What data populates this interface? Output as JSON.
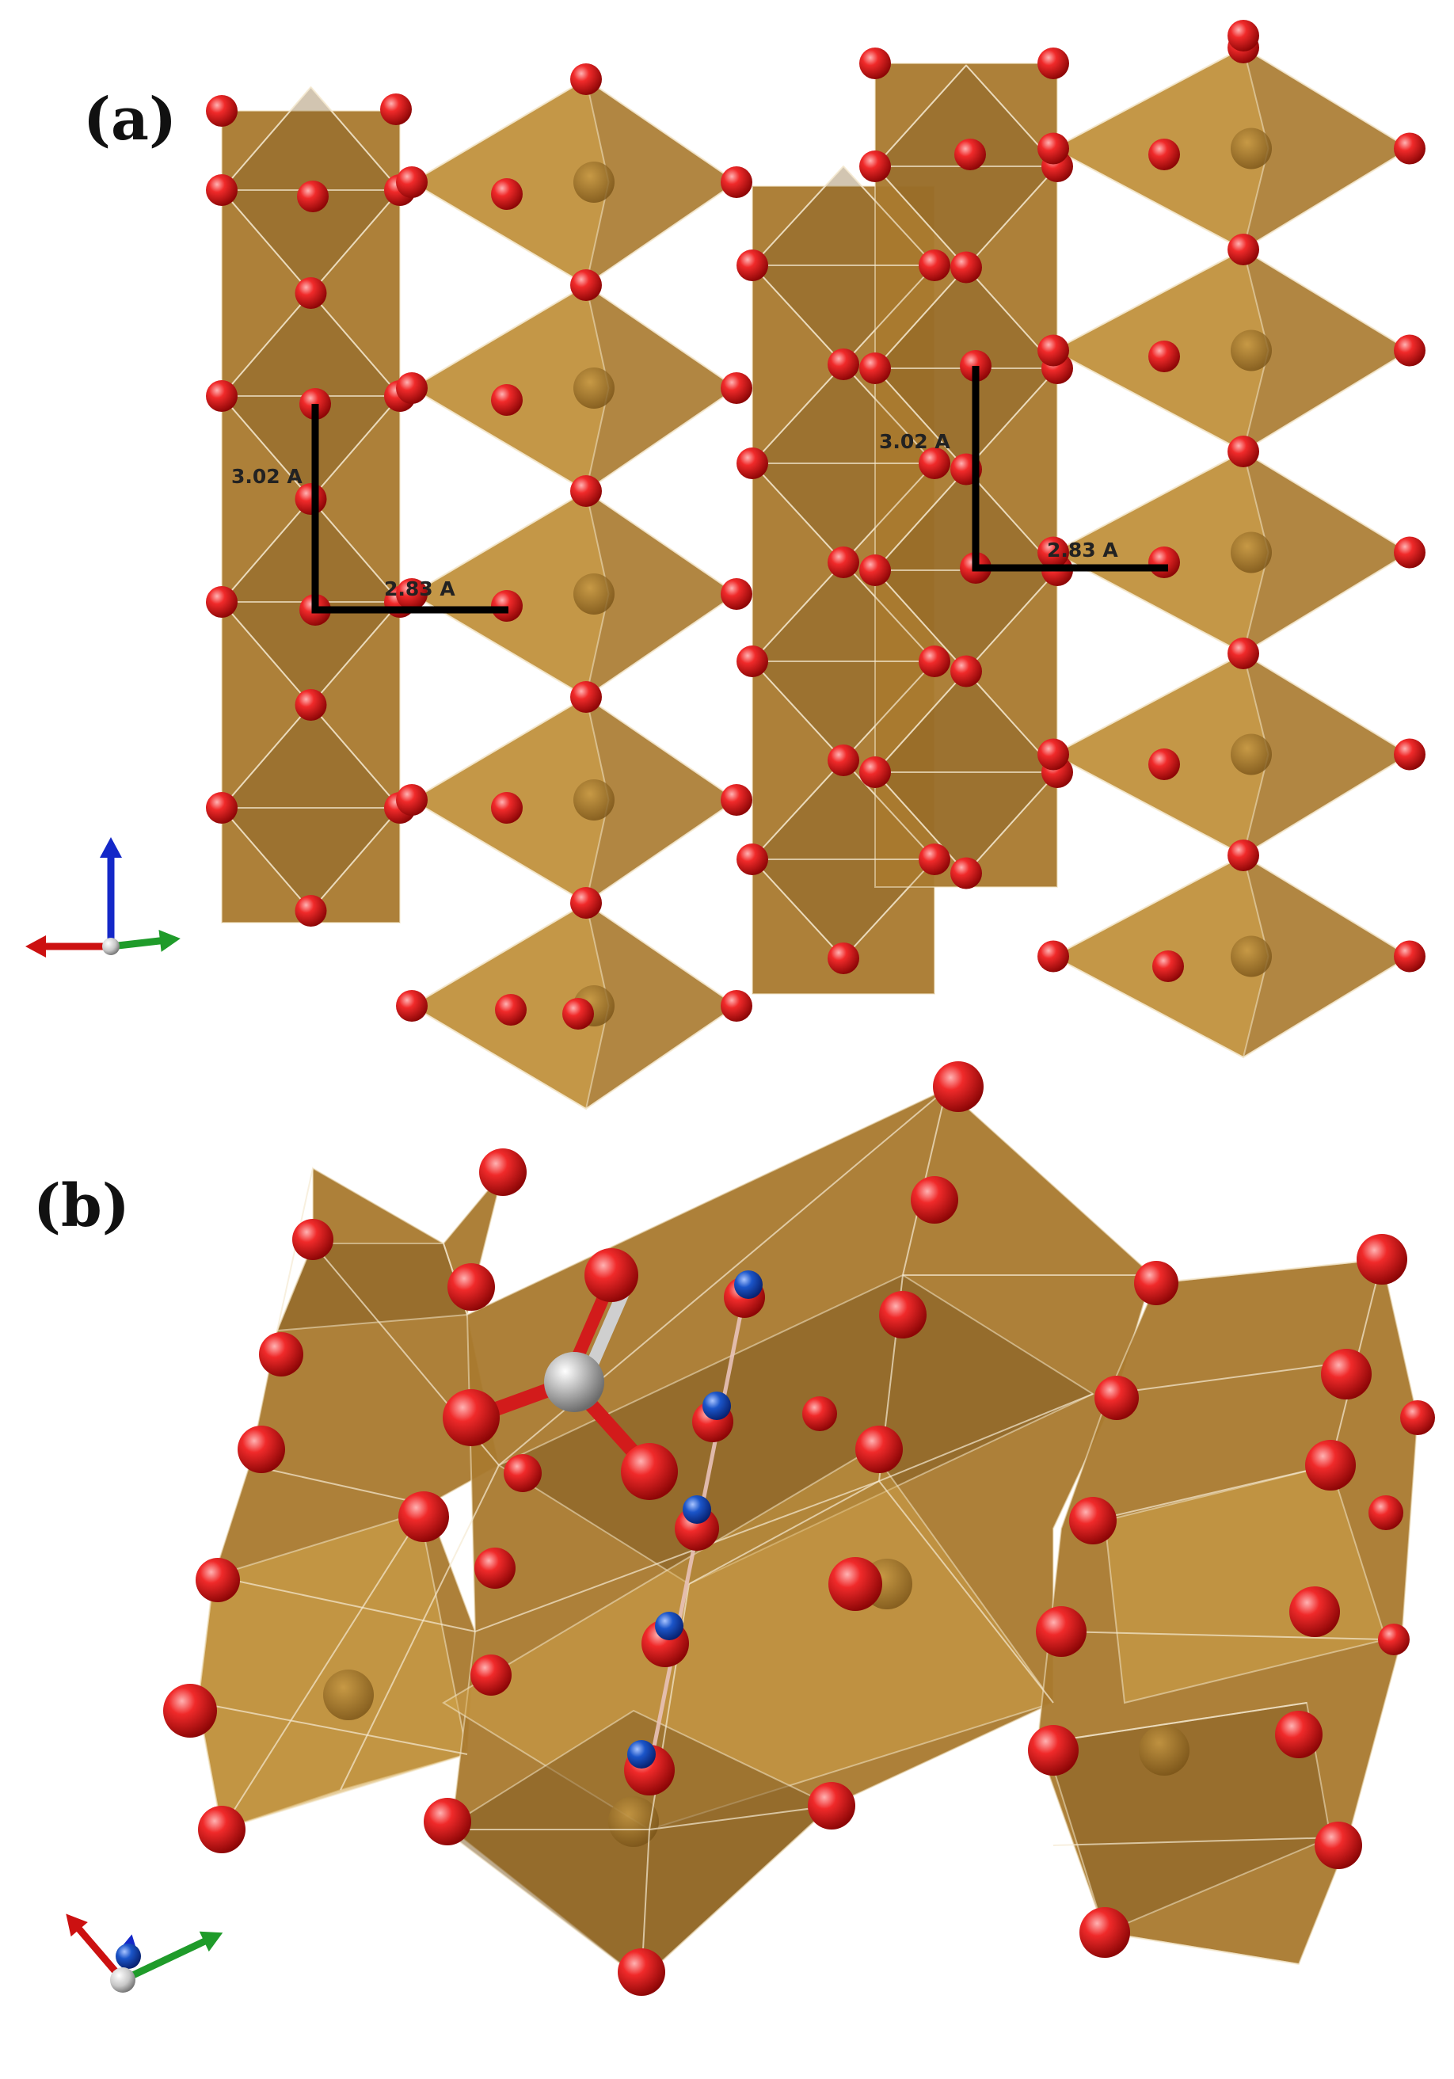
{
  "panels": [
    {
      "id": "a",
      "label": "(a)",
      "measurements": [
        {
          "text": "3.02 A",
          "group": "left"
        },
        {
          "text": "2.83 A",
          "group": "left"
        },
        {
          "text": "3.02 A",
          "group": "right"
        },
        {
          "text": "2.83 A",
          "group": "right"
        }
      ],
      "axis_colors": [
        "#cc1111",
        "#1f9b2a",
        "#1428c8"
      ]
    },
    {
      "id": "b",
      "label": "(b)",
      "adsorbate": "carbonate-like molecule (grey C, red O)",
      "blue_atoms": 5,
      "axis_colors": [
        "#cc1111",
        "#1f9b2a",
        "#1428c8"
      ]
    }
  ],
  "colors": {
    "polyhedron": "#a9792e",
    "polyhedron_light": "#d4a64c",
    "polyhedron_dark": "#7e5820",
    "oxygen": "#e21a1a",
    "blue_atom": "#1b55c9",
    "carbon": "#b8b8b8"
  }
}
